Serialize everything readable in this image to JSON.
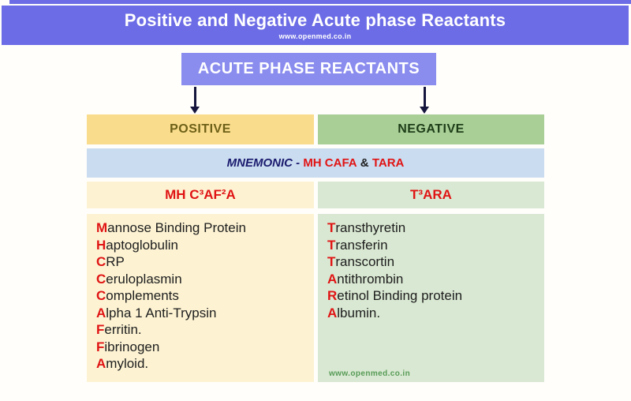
{
  "banner": {
    "title": "Positive and Negative Acute phase Reactants",
    "url": "www.openmed.co.in"
  },
  "root_node": {
    "label": "ACUTE PHASE REACTANTS"
  },
  "mnemonic_bar": {
    "segments": [
      {
        "text": "MNEMONIC - ",
        "style": "navy"
      },
      {
        "text": "MH CAFA",
        "style": "red"
      },
      {
        "text": " & ",
        "style": "dark"
      },
      {
        "text": "TARA",
        "style": "red"
      }
    ]
  },
  "columns": {
    "positive": {
      "header": "POSITIVE",
      "mnemonic": "MH C³AF²A",
      "items": [
        "Mannose Binding Protein",
        "Haptoglobulin",
        "CRP",
        "Ceruloplasmin",
        "Complements",
        "Alpha 1 Anti-Trypsin",
        "Ferritin.",
        "Fibrinogen",
        "Amyloid."
      ]
    },
    "negative": {
      "header": "NEGATIVE",
      "mnemonic": "T³ARA",
      "items": [
        "Transthyretin",
        "Transferin",
        "Transcortin",
        "Antithrombin",
        "Retinol Binding protein",
        "Albumin."
      ],
      "watermark": "www.openmed.co.in"
    }
  },
  "colors": {
    "banner_purple": "#6c6ce6",
    "node_purple": "#8a8cee",
    "positive_header_bg": "#f9dc8c",
    "positive_header_text": "#6d6017",
    "negative_header_bg": "#a9cf97",
    "negative_header_text": "#1e3d18",
    "mnemonic_bar_bg": "#cadcf0",
    "mnemonic_navy": "#1b1b6e",
    "accent_red": "#e01414",
    "positive_list_bg": "#fdf3d3",
    "negative_list_bg": "#d9e8d2",
    "list_text": "#1d1d1d",
    "watermark_green": "#579b57",
    "arrow": "#15153d"
  }
}
